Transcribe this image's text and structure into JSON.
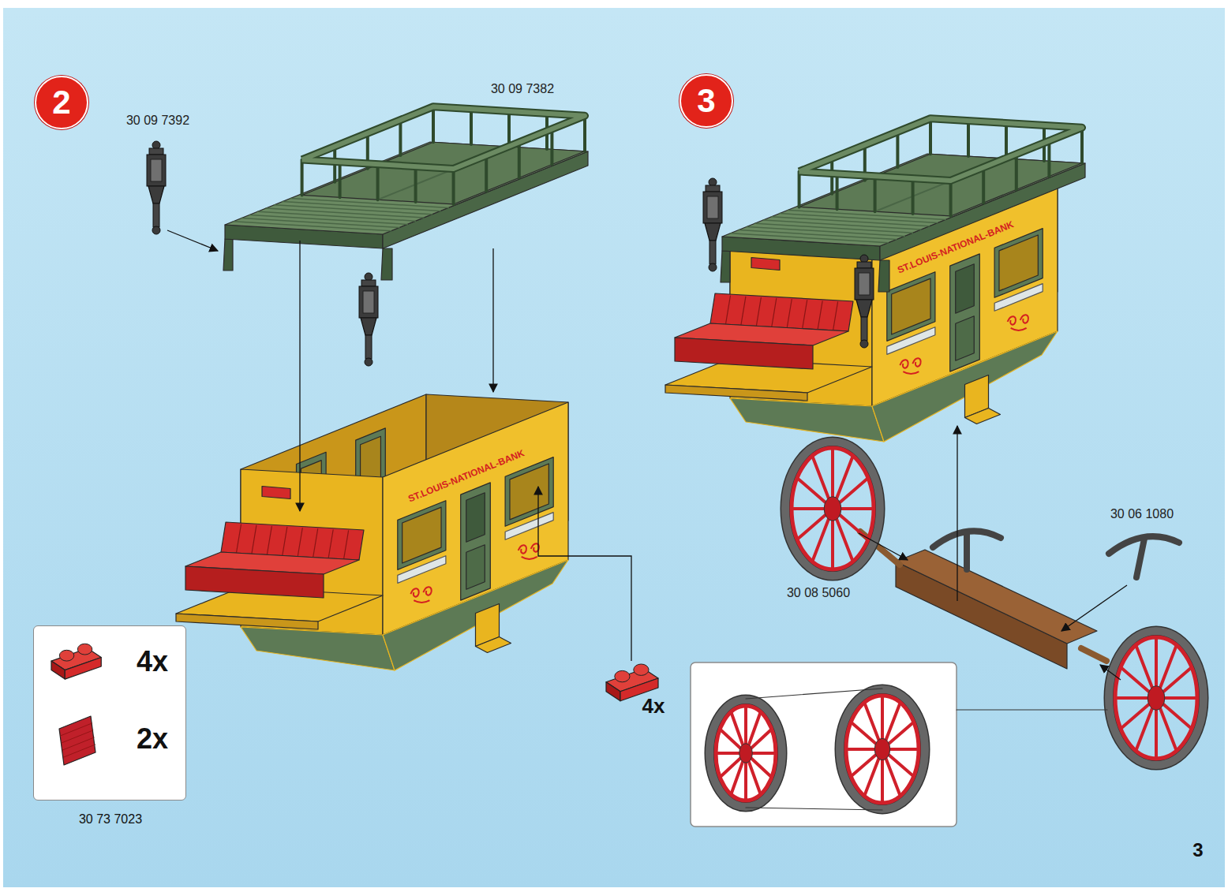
{
  "diagram": {
    "nodes": [
      {
        "text": [
          "2"
        ]
      },
      {
        "text": [
          "3"
        ]
      },
      {
        "text": [
          "4x",
          "2x",
          "30 73 7023"
        ]
      }
    ],
    "labels": [
      "30 09 7392",
      "30 09 7382",
      "ST.LOUIS-NATIONAL-BANK",
      "4x",
      "ST.LOUIS-NATIONAL-BANK",
      "30 06 1080",
      "30 08 5060",
      "3"
    ]
  }
}
